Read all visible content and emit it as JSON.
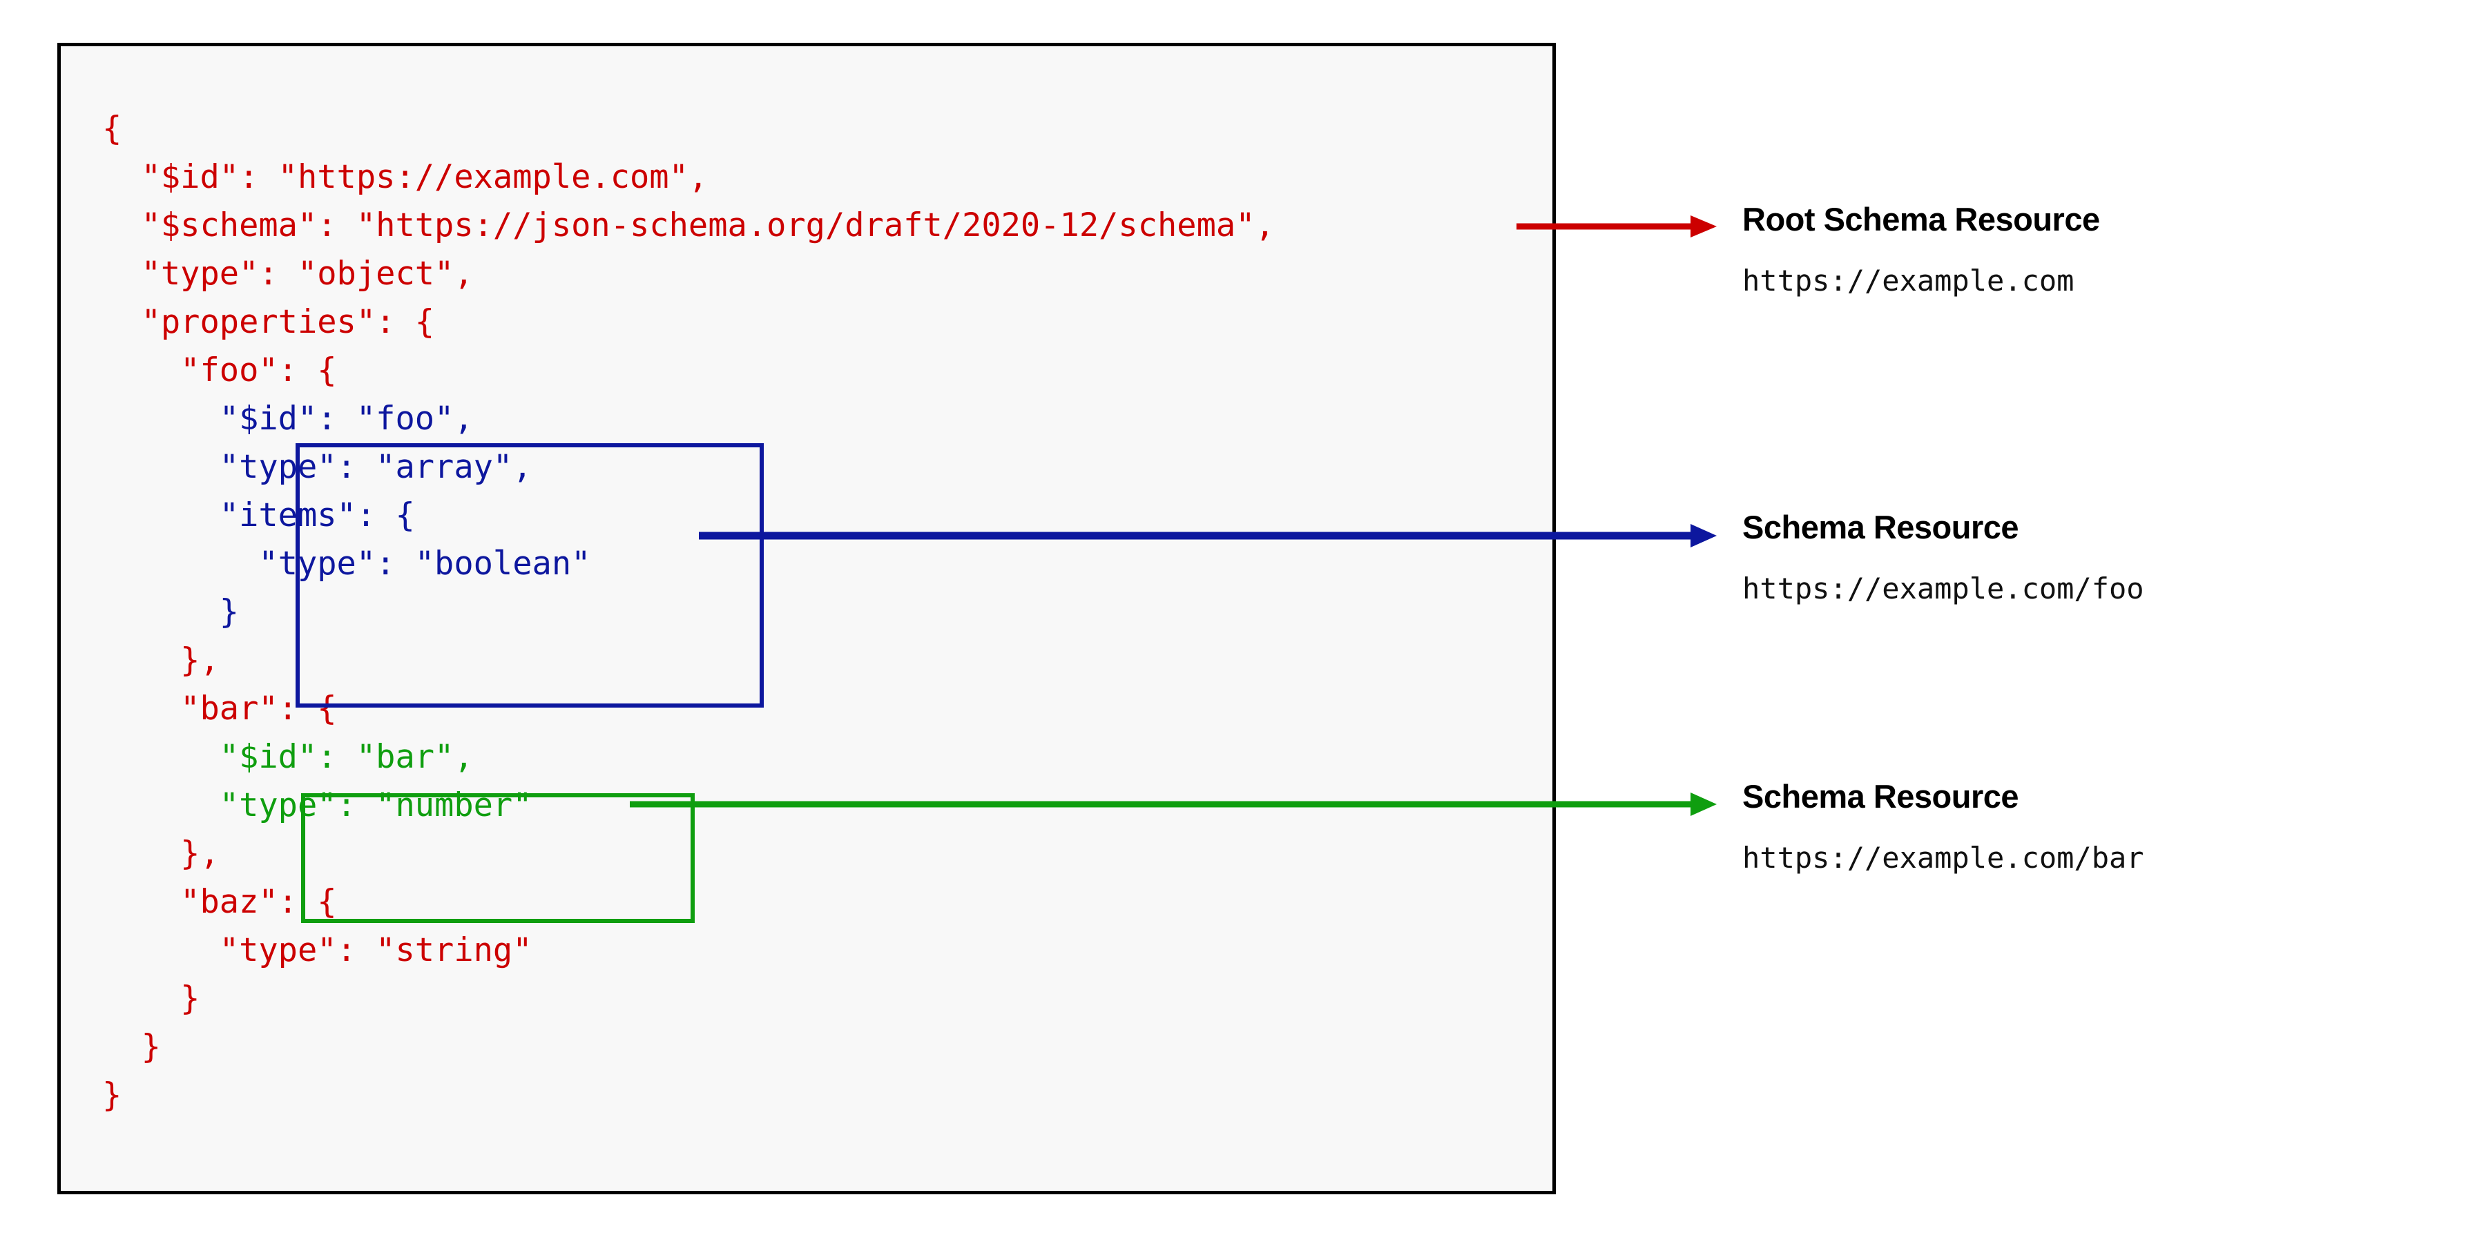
{
  "diagram": {
    "type": "annotated-code-diagram",
    "colors": {
      "root_schema": "#cc0000",
      "foo_schema": "#0d179e",
      "bar_schema": "#0f9e0f",
      "panel_border": "#000000",
      "panel_background": "#f8f8f8"
    }
  },
  "code": {
    "language": "json",
    "lines": [
      {
        "indent": 0,
        "text": "{",
        "color": "red"
      },
      {
        "indent": 1,
        "text": "\"$id\": \"https://example.com\",",
        "color": "red"
      },
      {
        "indent": 1,
        "text": "\"$schema\": \"https://json-schema.org/draft/2020-12/schema\",",
        "color": "red"
      },
      {
        "indent": 1,
        "text": "\"type\": \"object\",",
        "color": "red"
      },
      {
        "indent": 1,
        "text": "\"properties\": {",
        "color": "red"
      },
      {
        "indent": 2,
        "text": "\"foo\": {",
        "color": "red"
      },
      {
        "indent": 3,
        "text": "\"$id\": \"foo\",",
        "color": "blue"
      },
      {
        "indent": 3,
        "text": "\"type\": \"array\",",
        "color": "blue"
      },
      {
        "indent": 3,
        "text": "\"items\": {",
        "color": "blue"
      },
      {
        "indent": 4,
        "text": "\"type\": \"boolean\"",
        "color": "blue"
      },
      {
        "indent": 3,
        "text": "}",
        "color": "blue"
      },
      {
        "indent": 2,
        "text": "},",
        "color": "red"
      },
      {
        "indent": 2,
        "text": "\"bar\": {",
        "color": "red"
      },
      {
        "indent": 3,
        "text": "\"$id\": \"bar\",",
        "color": "green"
      },
      {
        "indent": 3,
        "text": "\"type\": \"number\"",
        "color": "green"
      },
      {
        "indent": 2,
        "text": "},",
        "color": "red"
      },
      {
        "indent": 2,
        "text": "\"baz\": {",
        "color": "red"
      },
      {
        "indent": 3,
        "text": "\"type\": \"string\"",
        "color": "red"
      },
      {
        "indent": 2,
        "text": "}",
        "color": "red"
      },
      {
        "indent": 1,
        "text": "}",
        "color": "red"
      },
      {
        "indent": 0,
        "text": "}",
        "color": "red"
      }
    ],
    "rendered": "{\n  \"$id\": \"https://example.com\",\n  \"$schema\": \"https://json-schema.org/draft/2020-12/schema\",\n  \"type\": \"object\",\n  \"properties\": {\n    \"foo\": {\n      \"$id\": \"foo\",\n      \"type\": \"array\",\n      \"items\": {\n        \"type\": \"boolean\"\n      }\n    },\n    \"bar\": {\n      \"$id\": \"bar\",\n      \"type\": \"number\"\n    },\n    \"baz\": {\n      \"type\": \"string\"\n    }\n  }\n}"
  },
  "annotations": [
    {
      "id": "root",
      "title": "Root Schema Resource",
      "uri": "https://example.com",
      "color": "#cc0000"
    },
    {
      "id": "foo",
      "title": "Schema Resource",
      "uri": "https://example.com/foo",
      "color": "#0d179e"
    },
    {
      "id": "bar",
      "title": "Schema Resource",
      "uri": "https://example.com/bar",
      "color": "#0f9e0f"
    }
  ]
}
